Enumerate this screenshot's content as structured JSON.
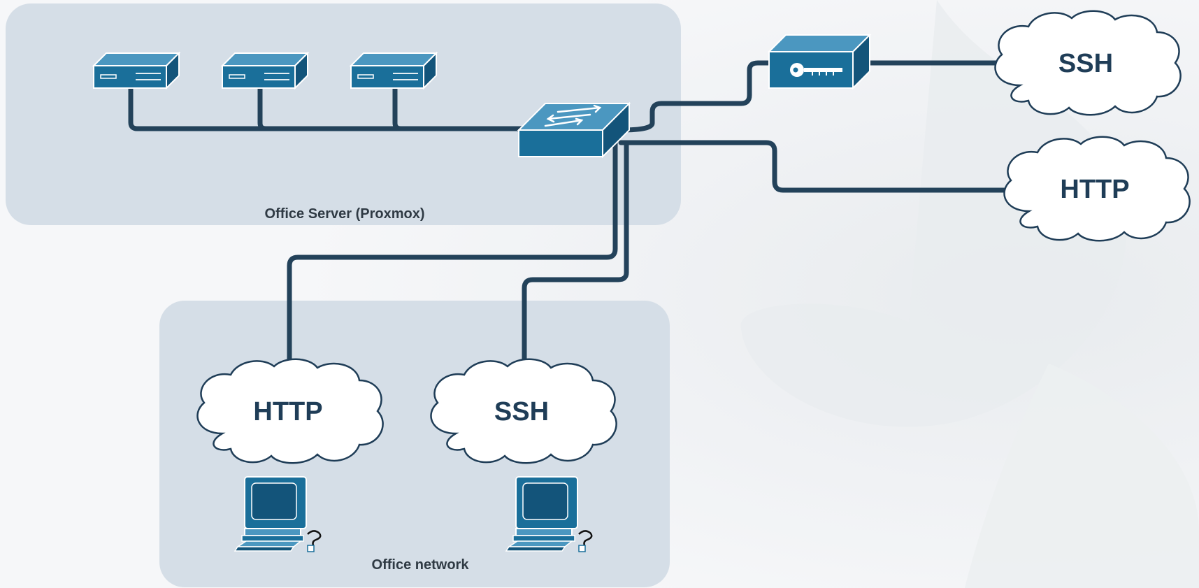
{
  "diagram": {
    "zones": {
      "server": {
        "label": "Office Server (Proxmox)"
      },
      "office": {
        "label": "Office network"
      }
    },
    "clouds": {
      "ssh_external": {
        "label": "SSH"
      },
      "http_external": {
        "label": "HTTP"
      },
      "http_office": {
        "label": "HTTP"
      },
      "ssh_office": {
        "label": "SSH"
      }
    },
    "nodes": [
      {
        "id": "vm-1",
        "icon": "server-icon"
      },
      {
        "id": "vm-2",
        "icon": "server-icon"
      },
      {
        "id": "vm-3",
        "icon": "server-icon"
      },
      {
        "id": "switch",
        "icon": "switch-icon"
      },
      {
        "id": "vpn-gateway",
        "icon": "key-device-icon"
      },
      {
        "id": "workstation-http",
        "icon": "workstation-icon"
      },
      {
        "id": "workstation-ssh",
        "icon": "workstation-icon"
      }
    ],
    "colors": {
      "device": "#1a6f9a",
      "device_dark": "#13547a",
      "device_light": "#4b97c0",
      "link": "#23425a",
      "zone": "#d5dee7",
      "cloud_fill": "#ffffff",
      "cloud_stroke": "#1f3d57",
      "text": "#2f3a44"
    }
  }
}
